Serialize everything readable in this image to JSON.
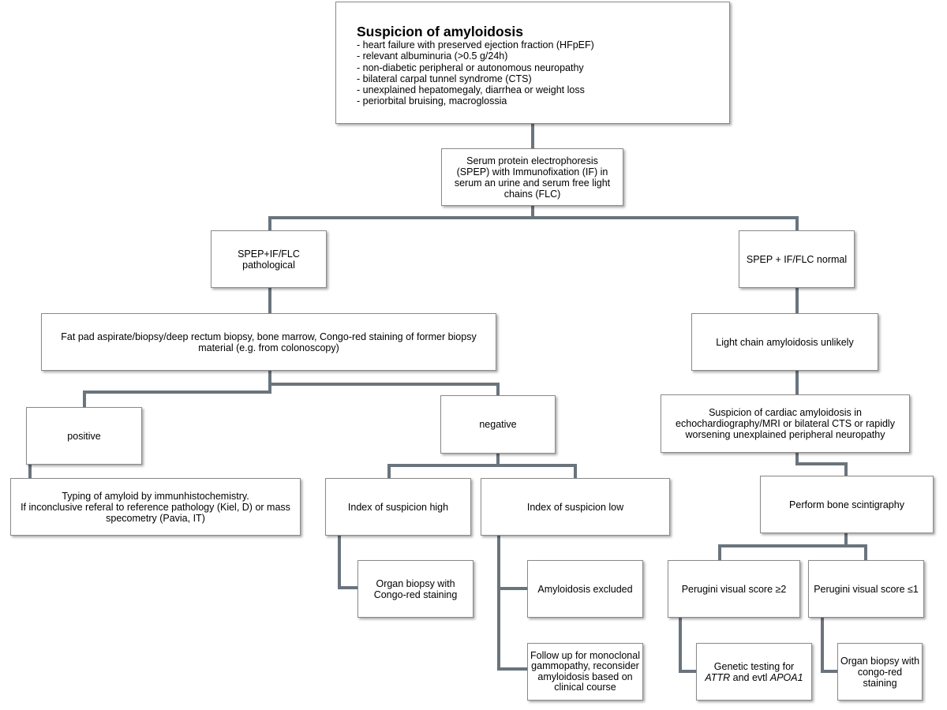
{
  "diagram": {
    "title": "Suspicion of amyloidosis",
    "criteria": [
      "- heart failure with preserved ejection fraction (HFpEF)",
      "- relevant albuminuria (>0.5 g/24h)",
      "- non-diabetic peripheral or autonomous neuropathy",
      "- bilateral carpal tunnel syndrome (CTS)",
      "- unexplained hepatomegaly, diarrhea or weight loss",
      "- periorbital bruising, macroglossia"
    ],
    "spep": "Serum protein electrophoresis (SPEP) with Immunofixation (IF) in serum an urine and serum free light chains (FLC)",
    "pathological": "SPEP+IF/FLC pathological",
    "normal": "SPEP +  IF/FLC normal",
    "biopsy": "Fat pad aspirate/biopsy/deep rectum biopsy, bone marrow, Congo-red staining of former biopsy material (e.g. from colonoscopy)",
    "light_chain_unlikely": "Light chain amyloidosis unlikely",
    "positive": "positive",
    "negative": "negative",
    "cardiac_suspicion": "Suspicion of cardiac amyloidosis in echochardiography/MRI or bilateral CTS or rapidly worsening unexplained peripheral neuropathy",
    "typing_line1": "Typing of amyloid by immunhistochemistry.",
    "typing_line2": "If inconclusive referal to reference pathology (Kiel, D) or mass",
    "typing_line3": "specometry (Pavia, IT)",
    "index_high": "Index of suspicion high",
    "index_low": "Index of suspicion low",
    "bone_scintigraphy": "Perform bone scintigraphy",
    "organ_biopsy_congo": "Organ biopsy with Congo-red staining",
    "amyloidosis_excluded": "Amyloidosis excluded",
    "follow_up": "Follow up for monoclonal gammopathy, reconsider amyloidosis based on clinical course",
    "perugini_high": "Perugini visual score ≥2",
    "perugini_low": "Perugini visual score ≤1",
    "genetic_prefix": "Genetic testing for",
    "genetic_attr": "ATTR",
    "genetic_mid": " and evtl ",
    "genetic_apoa1": "APOA1",
    "organ_biopsy_congo2": "Organ biopsy with congo-red staining"
  },
  "colors": {
    "connector": "#6a747d",
    "border": "#8a8a8a"
  }
}
